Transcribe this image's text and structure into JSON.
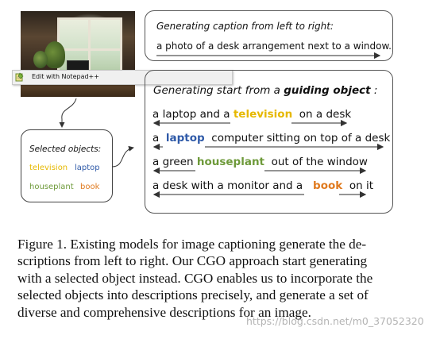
{
  "context_menu": {
    "item_label": "Edit with Notepad++",
    "icon": "notepad-plus-plus-icon"
  },
  "selected_objects": {
    "title": "Selected objects:",
    "items": [
      {
        "label": "television",
        "color": "#e6b800"
      },
      {
        "label": "laptop",
        "color": "#2f5aa8"
      },
      {
        "label": "houseplant",
        "color": "#6e9a3a"
      },
      {
        "label": "book",
        "color": "#e07a1f"
      }
    ]
  },
  "left_to_right": {
    "title": "Generating caption from left to right:",
    "caption": "a photo of a desk arrangement next to a window."
  },
  "guiding": {
    "title_prefix": "Generating start from a ",
    "title_bold": "guiding object",
    "title_suffix": " :",
    "rows": [
      {
        "before": "a laptop and a ",
        "object": "television",
        "after": "on a desk",
        "color": "#e6b800"
      },
      {
        "before": "a ",
        "object": "laptop",
        "after": "computer sitting on top of a desk",
        "color": "#2f5aa8"
      },
      {
        "before": "a green ",
        "object": "houseplant",
        "after": "out of the window",
        "color": "#6e9a3a"
      },
      {
        "before": "a desk with a monitor and a ",
        "object": "book",
        "after": "on it",
        "color": "#e07a1f"
      }
    ]
  },
  "figure_caption": {
    "lines": [
      "Figure 1. Existing models for image captioning generate the de-",
      "scriptions from left to right.  Our CGO approach start generating",
      "with a selected object instead. CGO enables us to incorporate the",
      "selected objects into descriptions precisely, and generate a set of",
      "diverse and comprehensive descriptions for an image."
    ]
  },
  "watermark": "https://blog.csdn.net/m0_37052320"
}
